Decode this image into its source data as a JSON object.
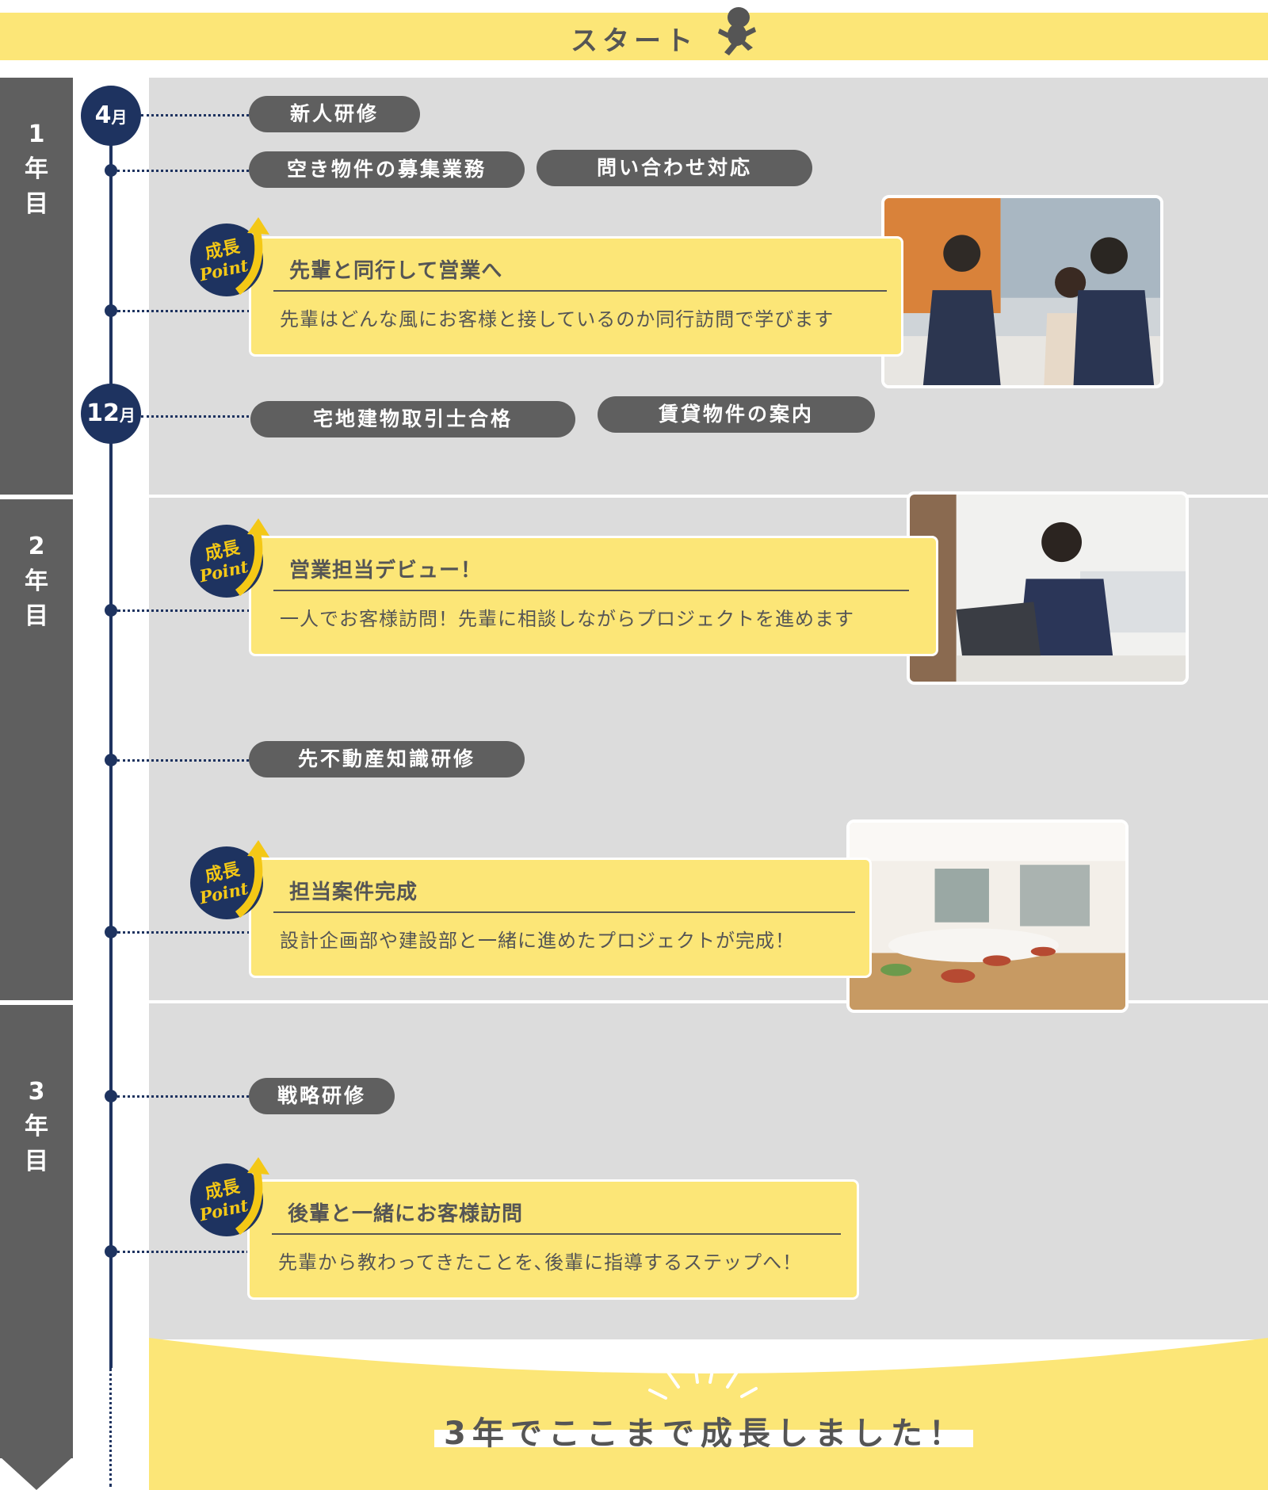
{
  "start": {
    "label": "スタート"
  },
  "years": [
    {
      "label": "1\n年\n目"
    },
    {
      "label": "2\n年\n目"
    },
    {
      "label": "3\n年\n目"
    }
  ],
  "months": [
    {
      "num": "4",
      "unit": "月"
    },
    {
      "num": "12",
      "unit": "月"
    }
  ],
  "pills": {
    "training_new": "新人研修",
    "vacancy": "空き物件の募集業務",
    "inquiry": "問い合わせ対応",
    "license": "宅地建物取引士合格",
    "rental_guide": "賃貸物件の案内",
    "realestate_training": "先不動産知識研修",
    "strategy_training": "戦略研修"
  },
  "badge": {
    "line1": "成長",
    "line2": "Point"
  },
  "cards": [
    {
      "title": "先輩と同行して営業へ",
      "text": "先輩はどんな風にお客様と接しているのか同行訪問で学びます"
    },
    {
      "title": "営業担当デビュー！",
      "text": "一人でお客様訪問！先輩に相談しながらプロジェクトを進めます"
    },
    {
      "title": "担当案件完成",
      "text": "設計企画部や建設部と一緒に進めたプロジェクトが完成！"
    },
    {
      "title": "後輩と一緒にお客様訪問",
      "text": "先輩から教わってきたことを､後輩に指導するステップへ！"
    }
  ],
  "ending": {
    "text": "3年でここまで成長しました！"
  },
  "colors": {
    "yellow": "#fce677",
    "navy": "#1e3360",
    "dark_gray": "#5f5f5f",
    "panel_gray": "#dcdcdc"
  }
}
